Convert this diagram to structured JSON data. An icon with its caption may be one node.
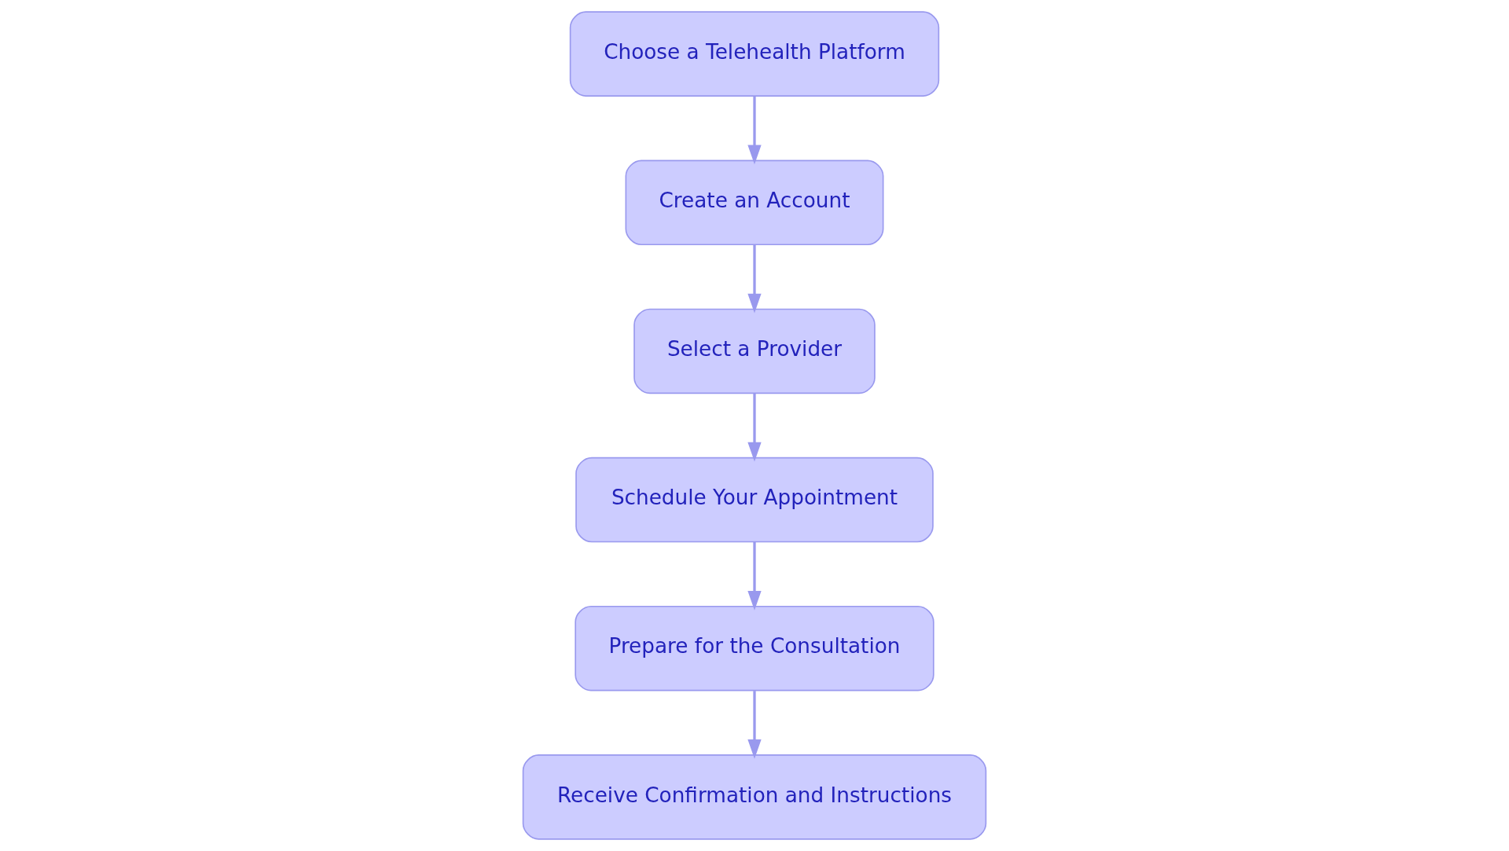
{
  "diagram": {
    "nodes": [
      {
        "text": [
          "Choose a Telehealth Platform"
        ]
      },
      {
        "text": [
          "Create an Account"
        ]
      },
      {
        "text": [
          "Select a Provider"
        ]
      },
      {
        "text": [
          "Schedule Your Appointment"
        ]
      },
      {
        "text": [
          "Prepare for the Consultation"
        ]
      },
      {
        "text": [
          "Receive Confirmation and Instructions"
        ]
      }
    ],
    "edges": [
      {
        "from": 0,
        "to": 1,
        "arrow": "to"
      },
      {
        "from": 1,
        "to": 2,
        "arrow": "to"
      },
      {
        "from": 2,
        "to": 3,
        "arrow": "to"
      },
      {
        "from": 3,
        "to": 4,
        "arrow": "to"
      },
      {
        "from": 4,
        "to": 5,
        "arrow": "to"
      }
    ]
  }
}
